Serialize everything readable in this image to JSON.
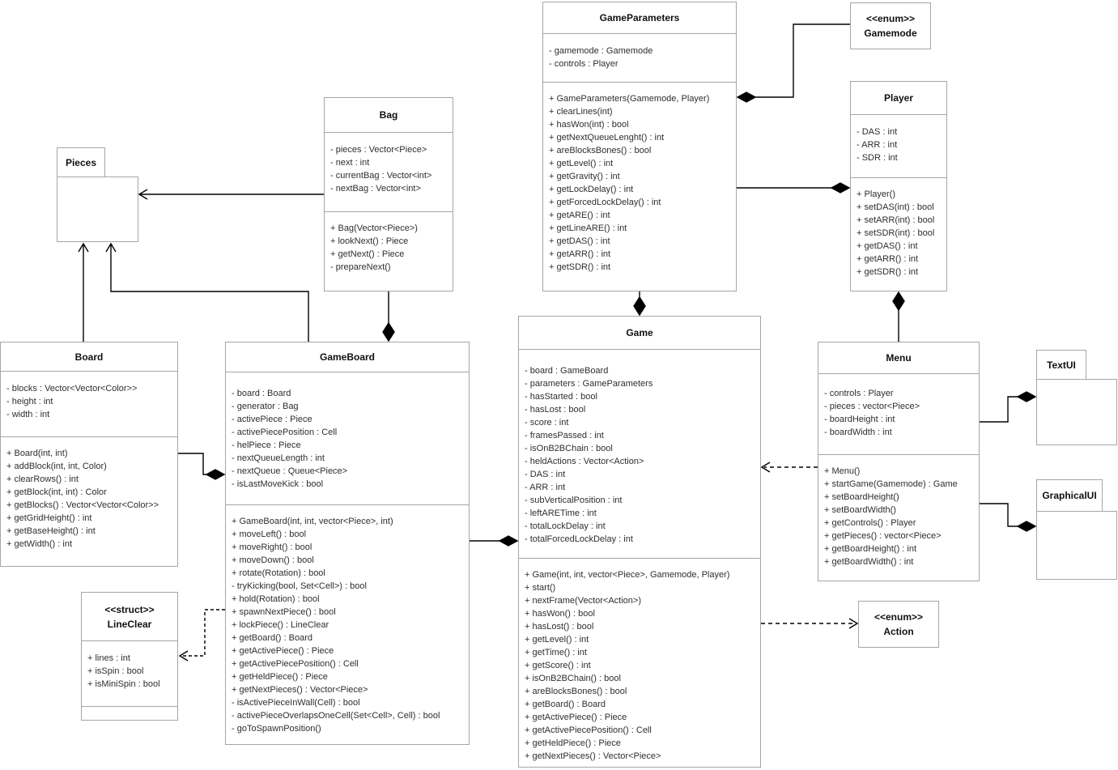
{
  "diagram": {
    "packages": [
      {
        "id": "pieces",
        "name": "Pieces"
      },
      {
        "id": "textui",
        "name": "TextUI"
      },
      {
        "id": "graphicalui",
        "name": "GraphicalUI"
      }
    ],
    "classes": [
      {
        "id": "bag",
        "name": "Bag",
        "attributes": [
          "- pieces : Vector<Piece>",
          "- next : int",
          "- currentBag : Vector<int>",
          "- nextBag : Vector<int>"
        ],
        "methods": [
          "+ Bag(Vector<Piece>)",
          "+ lookNext() : Piece",
          "+ getNext() : Piece",
          "- prepareNext()"
        ]
      },
      {
        "id": "gameparameters",
        "name": "GameParameters",
        "attributes": [
          "- gamemode : Gamemode",
          "- controls : Player"
        ],
        "methods": [
          "+ GameParameters(Gamemode, Player)",
          "+ clearLines(int)",
          "+ hasWon(int) : bool",
          "+ getNextQueueLenght() : int",
          "+ areBlocksBones() : bool",
          "+ getLevel() : int",
          "+ getGravity() : int",
          "+ getLockDelay() : int",
          "+ getForcedLockDelay() : int",
          "+ getARE() : int",
          "+ getLineARE() : int",
          "+ getDAS() : int",
          "+ getARR() : int",
          "+ getSDR() : int"
        ]
      },
      {
        "id": "player",
        "name": "Player",
        "attributes": [
          "- DAS : int",
          "- ARR : int",
          "- SDR : int"
        ],
        "methods": [
          "+ Player()",
          "+ setDAS(int) : bool",
          "+ setARR(int) : bool",
          "+ setSDR(int) : bool",
          "+ getDAS() : int",
          "+ getARR() : int",
          "+ getSDR() : int"
        ]
      },
      {
        "id": "board",
        "name": "Board",
        "attributes": [
          "- blocks : Vector<Vector<Color>>",
          "- height : int",
          "- width : int"
        ],
        "methods": [
          "+ Board(int, int)",
          "+ addBlock(int, int, Color)",
          "+ clearRows() : int",
          "+ getBlock(int, int) : Color",
          "+ getBlocks() : Vector<Vector<Color>>",
          "+ getGridHeight() : int",
          "+ getBaseHeight() : int",
          "+ getWidth() : int"
        ]
      },
      {
        "id": "gameboard",
        "name": "GameBoard",
        "attributes": [
          "- board : Board",
          "- generator : Bag",
          "- activePiece : Piece",
          "- activePiecePosition : Cell",
          "- helPiece : Piece",
          "- nextQueueLength : int",
          "- nextQueue : Queue<Piece>",
          "- isLastMoveKick : bool"
        ],
        "methods": [
          "+ GameBoard(int, int, vector<Piece>, int)",
          "+ moveLeft() : bool",
          "+ moveRight() : bool",
          "+ moveDown() : bool",
          "+ rotate(Rotation) : bool",
          "- tryKicking(bool, Set<Cell>) : bool",
          "+ hold(Rotation) : bool",
          "+ spawnNextPiece() : bool",
          "+ lockPiece() : LineClear",
          "+ getBoard() : Board",
          "+ getActivePiece() : Piece",
          "+ getActivePiecePosition() : Cell",
          "+ getHeldPiece() : Piece",
          "+ getNextPieces() : Vector<Piece>",
          "- isActivePieceInWall(Cell) : bool",
          "- activePieceOverlapsOneCell(Set<Cell>, Cell) : bool",
          "- goToSpawnPosition()"
        ]
      },
      {
        "id": "game",
        "name": "Game",
        "attributes": [
          "- board : GameBoard",
          "- parameters : GameParameters",
          "- hasStarted : bool",
          "- hasLost : bool",
          "- score : int",
          "- framesPassed : int",
          "- isOnB2BChain : bool",
          "- heldActions : Vector<Action>",
          "- DAS : int",
          "- ARR : int",
          "- subVerticalPosition : int",
          "- leftARETime : int",
          "- totalLockDelay : int",
          "- totalForcedLockDelay : int"
        ],
        "methods": [
          "+ Game(int, int, vector<Piece>, Gamemode, Player)",
          "+ start()",
          "+ nextFrame(Vector<Action>)",
          "+ hasWon() : bool",
          "+ hasLost() : bool",
          "+ getLevel() : int",
          "+ getTime() : int",
          "+ getScore() : int",
          "+ isOnB2BChain() : bool",
          "+ areBlocksBones() : bool",
          "+ getBoard() : Board",
          "+ getActivePiece() : Piece",
          "+ getActivePiecePosition() : Cell",
          "+ getHeldPiece() : Piece",
          "+ getNextPieces() : Vector<Piece>"
        ]
      },
      {
        "id": "menu",
        "name": "Menu",
        "attributes": [
          "- controls : Player",
          "- pieces : vector<Piece>",
          "- boardHeight : int",
          "- boardWidth : int"
        ],
        "methods": [
          "+ Menu()",
          "+ startGame(Gamemode) : Game",
          "+ setBoardHeight()",
          "+ setBoardWidth()",
          "+ getControls() : Player",
          "+ getPieces() : vector<Piece>",
          "+ getBoardHeight() : int",
          "+ getBoardWidth() : int"
        ]
      },
      {
        "id": "lineclear",
        "stereotype": "<<struct>>",
        "name": "LineClear",
        "attributes": [
          "+ lines : int",
          "+ isSpin : bool",
          "+ isMiniSpin : bool"
        ],
        "methods": []
      }
    ],
    "enums": [
      {
        "id": "gamemode",
        "stereotype": "<<enum>>",
        "name": "Gamemode"
      },
      {
        "id": "action",
        "stereotype": "<<enum>>",
        "name": "Action"
      }
    ]
  }
}
